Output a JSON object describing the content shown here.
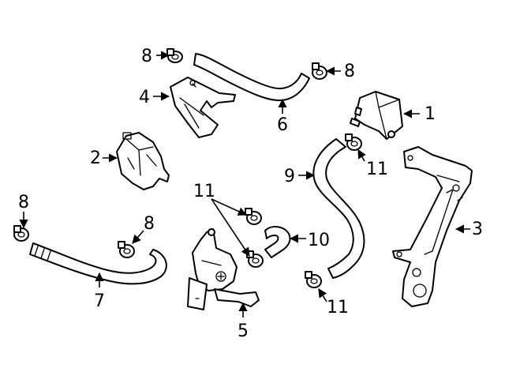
{
  "callouts": {
    "c1": "1",
    "c2": "2",
    "c3": "3",
    "c4": "4",
    "c5": "5",
    "c6": "6",
    "c7": "7",
    "c8a": "8",
    "c8b": "8",
    "c8c": "8",
    "c8d": "8",
    "c9": "9",
    "c10": "10",
    "c11a": "11",
    "c11b": "11",
    "c11c": "11"
  },
  "colors": {
    "line": "#000000",
    "background": "#ffffff"
  }
}
